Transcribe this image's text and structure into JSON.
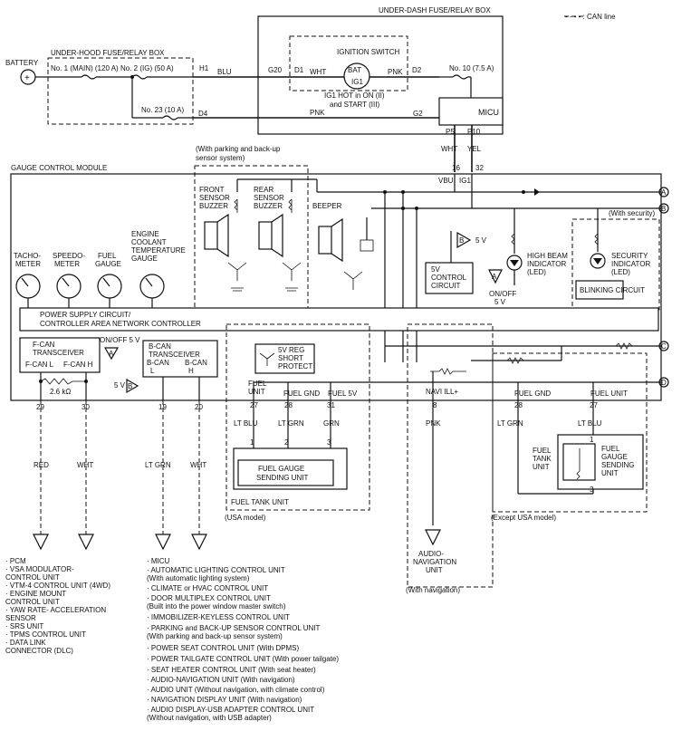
{
  "legend": {
    "can_line": "- - - - : CAN line"
  },
  "battery": "BATTERY",
  "underhood": {
    "title": "UNDER-HOOD FUSE/RELAY BOX",
    "fuse1": "No. 1 (MAIN) (120 A)",
    "fuse2": "No. 2 (IG) (50 A)",
    "fuse23": "No. 23 (10 A)",
    "pin_h1": "H1",
    "pin_d4": "D4"
  },
  "underdash": {
    "title": "UNDER-DASH FUSE/RELAY BOX",
    "pin_g20": "G20",
    "pin_d1": "D1",
    "pin_d2": "D2",
    "pin_g2": "G2",
    "pin_p5": "P5",
    "pin_p10": "P10",
    "fuse10": "No. 10 (7.5 A)",
    "micu": "MICU"
  },
  "ignition": {
    "title": "IGNITION SWITCH",
    "bat": "BAT",
    "ig1": "IG1",
    "note1": "IG1 HOT in ON (II)",
    "note2": "and START (III)"
  },
  "wires": {
    "blu": "BLU",
    "wht": "WHT",
    "pnk": "PNK",
    "pnk2": "PNK",
    "wht_p5": "WHT",
    "yel_p10": "YEL",
    "red": "RED",
    "wht29": "WHT",
    "ltgrn19": "LT GRN",
    "wht20": "WHT",
    "ltblu27": "LT BLU",
    "ltgrn28": "LT GRN",
    "grn31": "GRN",
    "pnk8": "PNK",
    "ltgrn28b": "LT GRN",
    "ltblu27b": "LT BLU"
  },
  "gcm": {
    "title": "GAUGE CONTROL MODULE",
    "pin16": "16",
    "pin32": "32",
    "vbu": "VBU",
    "ig1": "IG1",
    "parking_note1": "(With parking and back-up",
    "parking_note2": "sensor system)",
    "front_buzzer": [
      "FRONT",
      "SENSOR",
      "BUZZER"
    ],
    "rear_buzzer": [
      "REAR",
      "SENSOR",
      "BUZZER"
    ],
    "beeper": "BEEPER",
    "tacho": [
      "TACHO-",
      "METER"
    ],
    "speedo": [
      "SPEEDO-",
      "METER"
    ],
    "fuel_gauge": [
      "FUEL",
      "GAUGE"
    ],
    "ect_gauge": [
      "ENGINE",
      "COOLANT",
      "TEMPERATURE",
      "GAUGE"
    ],
    "five_v": "5 V",
    "control_circuit": [
      "5V",
      "CONTROL",
      "CIRCUIT"
    ],
    "on_off": [
      "ON/OFF",
      "5 V"
    ],
    "high_beam": [
      "HIGH BEAM",
      "INDICATOR",
      "(LED)"
    ],
    "with_security": "(With security)",
    "security_ind": [
      "SECURITY",
      "INDICATOR",
      "(LED)"
    ],
    "blinking": "BLINKING CIRCUIT",
    "power_supply": [
      "POWER SUPPLY CIRCUIT/",
      "CONTROLLER AREA NETWORK CONTROLLER"
    ],
    "fcan": [
      "F-CAN",
      "TRANSCEIVER"
    ],
    "fcan_l": "F-CAN L",
    "fcan_h": "F-CAN H",
    "onoff5v": "ON/OFF 5 V",
    "bcan": [
      "B-CAN",
      "TRANSCEIVER"
    ],
    "bcan_l": [
      "B-CAN",
      "L"
    ],
    "bcan_h": [
      "B-CAN",
      "H"
    ],
    "five_v_b": "5 V",
    "res": "2.6 kΩ",
    "reg": [
      "5V REG",
      "SHORT",
      "PROTECT"
    ],
    "fuel_unit": [
      "FUEL",
      "UNIT"
    ],
    "fuel_gnd": "FUEL GND",
    "fuel_5v": "FUEL 5V",
    "navi": "NAVI ILL+",
    "fuel_gnd2": "FUEL GND",
    "fuel_unit2": "FUEL UNIT",
    "pins": {
      "p29": "29",
      "p30": "30",
      "p19": "19",
      "p20": "20",
      "p27": "27",
      "p28": "28",
      "p31": "31",
      "p8": "8",
      "p28b": "28",
      "p27b": "27"
    },
    "circles": [
      "A",
      "B",
      "C",
      "D"
    ],
    "tri_a": "A",
    "tri_b": "B"
  },
  "fuel_tank": {
    "pins": [
      "1",
      "2",
      "3"
    ],
    "sending": [
      "FUEL GAUGE",
      "SENDING UNIT"
    ],
    "unit": "FUEL TANK UNIT",
    "usa": "(USA model)"
  },
  "fuel_tank2": {
    "tank": [
      "FUEL",
      "TANK",
      "UNIT"
    ],
    "sending": [
      "FUEL",
      "GAUGE",
      "SENDING",
      "UNIT"
    ],
    "pin1": "1",
    "pin3": "3",
    "except": "(Except USA model)"
  },
  "navigation": {
    "unit": [
      "AUDIO-",
      "NAVIGATION",
      "UNIT"
    ],
    "note": "(With navigation)"
  },
  "left_list": [
    "· PCM",
    "· VSA MODULATOR-",
    "  CONTROL UNIT",
    "· VTM-4 CONTROL UNIT (4WD)",
    "· ENGINE MOUNT",
    "  CONTROL UNIT",
    "· YAW RATE- ACCELERATION",
    "  SENSOR",
    "· SRS UNIT",
    "· TPMS CONTROL UNIT",
    "· DATA LINK",
    "  CONNECTOR (DLC)"
  ],
  "right_list": [
    "· MICU",
    "· AUTOMATIC LIGHTING CONTROL UNIT",
    "  (With automatic lighting system)",
    "· CLIMATE or HVAC CONTROL UNIT",
    "· DOOR MULTIPLEX CONTROL UNIT",
    "  (Built into the power window master switch)",
    "· IMMOBILIZER-KEYLESS CONTROL UNIT",
    "· PARKING and BACK-UP SENSOR CONTROL UNIT",
    "  (With parking and back-up sensor system)",
    "· POWER SEAT CONTROL UNIT (With DPMS)",
    "· POWER TAILGATE CONTROL UNIT (With power tailgate)",
    "· SEAT HEATER CONTROL UNIT (With seat heater)",
    "· AUDIO-NAVIGATION UNIT (With navigation)",
    "· AUDIO UNIT (Without navigation, with climate control)",
    "· NAVIGATION DISPLAY UNIT (With navigation)",
    "· AUDIO DISPLAY-USB ADAPTER CONTROL UNIT",
    "  (Without navigation, with USB adapter)"
  ]
}
